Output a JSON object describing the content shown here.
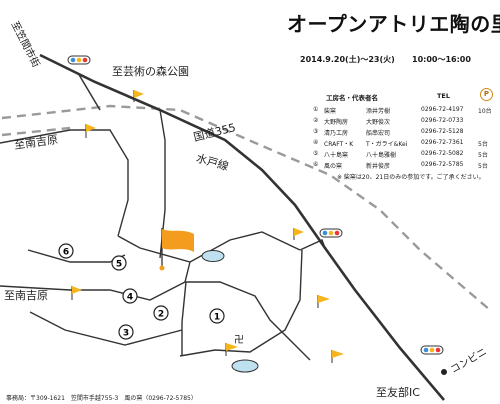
{
  "title": "オープンアトリエ陶の里",
  "dates": "2014.9.20(土)～23(火)",
  "hours": "10:00～16:00",
  "table": {
    "headers": {
      "name_owner": "工房名・代表者名",
      "tel": "TEL",
      "parking_icon": "P"
    },
    "rows": [
      {
        "no": "①",
        "name": "柴窯",
        "owner": "添井芳樹",
        "tel": "0296-72-4197",
        "parking": "10台"
      },
      {
        "no": "②",
        "name": "大野陶房",
        "owner": "大野俊次",
        "tel": "0296-72-0733",
        "parking": ""
      },
      {
        "no": "③",
        "name": "清乃工房",
        "owner": "船串宏司",
        "tel": "0296-72-5128",
        "parking": ""
      },
      {
        "no": "④",
        "name": "CRAFT・K",
        "owner": "T・ガライ&Kei",
        "tel": "0296-72-7361",
        "parking": "5台"
      },
      {
        "no": "⑤",
        "name": "八十島窯",
        "owner": "八十島雅樹",
        "tel": "0296-72-5082",
        "parking": "5台"
      },
      {
        "no": "⑥",
        "name": "風の窯",
        "owner": "新井俊彦",
        "tel": "0296-72-5785",
        "parking": "5台"
      }
    ],
    "note": "※ 柴窯は20、21日のみの参加です。ご了承ください。"
  },
  "map": {
    "labels": {
      "to_kasama": "至笠間市街",
      "to_art_forest": "至芸術の森公園",
      "route_355": "国道355",
      "mito_line": "水戸線",
      "to_minami_yoshihara_top": "至南吉原",
      "to_minami_yoshihara_bottom": "至南吉原",
      "to_tomobe_ic": "至友部IC",
      "convenience_store": "コンビニ",
      "shrine_symbol": "卍"
    },
    "markers": [
      "1",
      "2",
      "3",
      "4",
      "5",
      "6"
    ]
  },
  "footer": "事務局：〒309-1621　笠間市手越755-3　風の窯（0296-72-5785）",
  "colors": {
    "flag": "#f5b51c",
    "flag_big": "#f39c1d",
    "pond": "#bfe0ee",
    "road": "#333333",
    "rail": "#9a9a9a"
  }
}
